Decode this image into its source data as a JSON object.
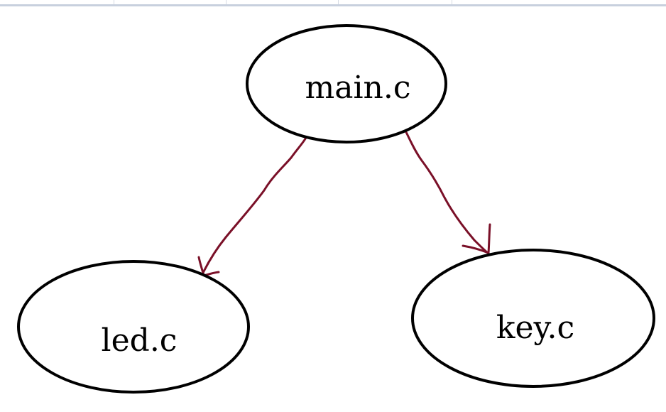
{
  "diagram": {
    "nodes": [
      {
        "id": "main",
        "label": "main.c"
      },
      {
        "id": "led",
        "label": "led.c"
      },
      {
        "id": "key",
        "label": "key.c"
      }
    ],
    "edges": [
      {
        "from": "main",
        "to": "led"
      },
      {
        "from": "main",
        "to": "key"
      }
    ],
    "colors": {
      "node_stroke": "#000000",
      "edge_stroke": "#7a1028",
      "top_bar": "#c8d0de"
    }
  }
}
